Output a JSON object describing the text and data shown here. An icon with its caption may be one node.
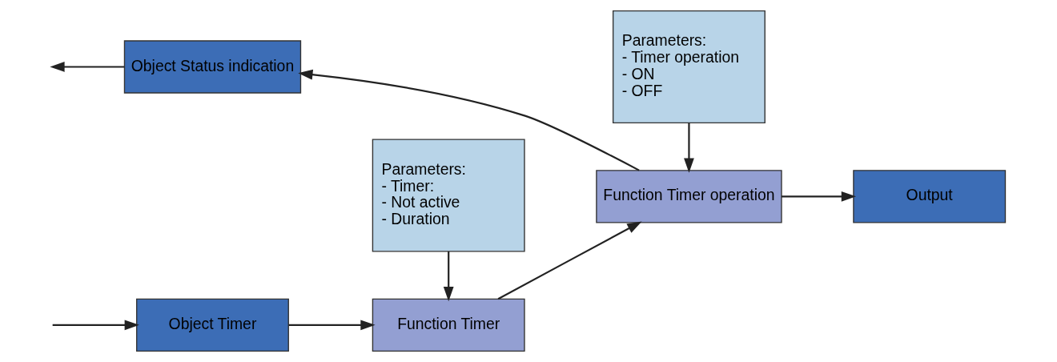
{
  "diagram": {
    "nodes": [
      {
        "text": [
          "Object Timer"
        ]
      },
      {
        "text": [
          "Function Timer"
        ]
      },
      {
        "text": [
          "Function Timer operation"
        ]
      },
      {
        "text": [
          "Output"
        ]
      },
      {
        "text": [
          "Parameters:",
          "- Timer:",
          "- Not active",
          "- Duration"
        ]
      },
      {
        "text": [
          "Parameters:",
          "- Timer operation",
          "- ON",
          "- OFF"
        ]
      },
      {
        "text": [
          "Object Status indication"
        ]
      }
    ],
    "edges": [
      {
        "from": null,
        "to": 0,
        "arrow": "to"
      },
      {
        "from": 0,
        "to": 1,
        "arrow": "to"
      },
      {
        "from": 1,
        "to": 2,
        "arrow": "to"
      },
      {
        "from": 2,
        "to": 3,
        "arrow": "to"
      },
      {
        "from": 4,
        "to": 1,
        "arrow": "to"
      },
      {
        "from": 5,
        "to": 2,
        "arrow": "to"
      },
      {
        "from": 2,
        "to": 6,
        "arrow": "to"
      },
      {
        "from": 6,
        "to": null,
        "arrow": "to"
      }
    ]
  }
}
